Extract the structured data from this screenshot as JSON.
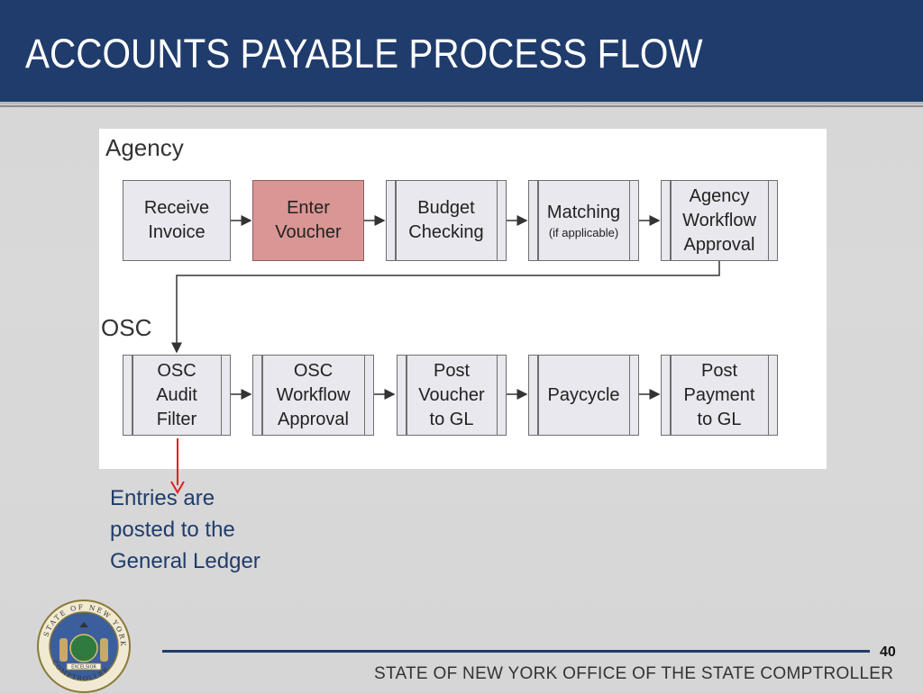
{
  "slide": {
    "title": "ACCOUNTS PAYABLE PROCESS FLOW",
    "page_number": "40",
    "footer": "STATE OF NEW YORK OFFICE OF THE STATE COMPTROLLER"
  },
  "colors": {
    "header_bg": "#1f3c6c",
    "highlight_box": "#d99694",
    "process_box": "#e8e8ee",
    "annotation_arrow": "#e02020",
    "caption_text": "#1f3c6c"
  },
  "diagram": {
    "lanes": {
      "agency": "Agency",
      "osc": "OSC"
    },
    "agency_steps": [
      {
        "lines": [
          "Receive",
          "Invoice"
        ],
        "sub": ""
      },
      {
        "lines": [
          "Enter",
          "Voucher"
        ],
        "sub": "",
        "highlighted": true
      },
      {
        "lines": [
          "Budget",
          "Checking"
        ],
        "sub": ""
      },
      {
        "lines": [
          "Matching"
        ],
        "sub": "(if applicable)"
      },
      {
        "lines": [
          "Agency",
          "Workflow",
          "Approval"
        ],
        "sub": ""
      }
    ],
    "osc_steps": [
      {
        "lines": [
          "OSC",
          "Audit",
          "Filter"
        ]
      },
      {
        "lines": [
          "OSC",
          "Workflow",
          "Approval"
        ]
      },
      {
        "lines": [
          "Post",
          "Voucher",
          "to GL"
        ]
      },
      {
        "lines": [
          "Paycycle"
        ]
      },
      {
        "lines": [
          "Post",
          "Payment",
          "to GL"
        ]
      }
    ]
  },
  "annotation": {
    "lines": [
      "Entries are",
      "posted to the",
      "General Ledger"
    ]
  },
  "seal": {
    "ring_text": "STATE OF NEW YORK COMPTROLLER",
    "ribbon_text": "EXCELSIOR"
  }
}
